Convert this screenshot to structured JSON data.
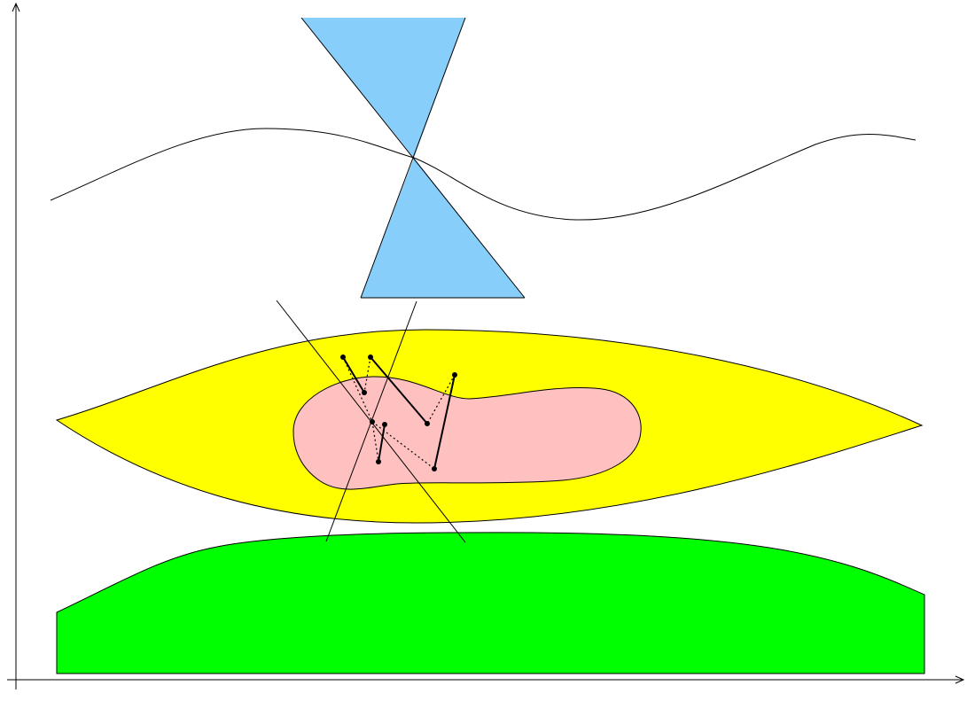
{
  "diagram": {
    "colors": {
      "background": "#ffffff",
      "axis": "#000000",
      "cone": "#87cefa",
      "outer_region": "#ffff00",
      "inner_region": "#ffc0c0",
      "ground_region": "#00ff00",
      "stroke": "#000000"
    },
    "chain": {
      "solid_segment_count": 4,
      "dotted_segment_count": 5,
      "node_count": 10
    }
  }
}
